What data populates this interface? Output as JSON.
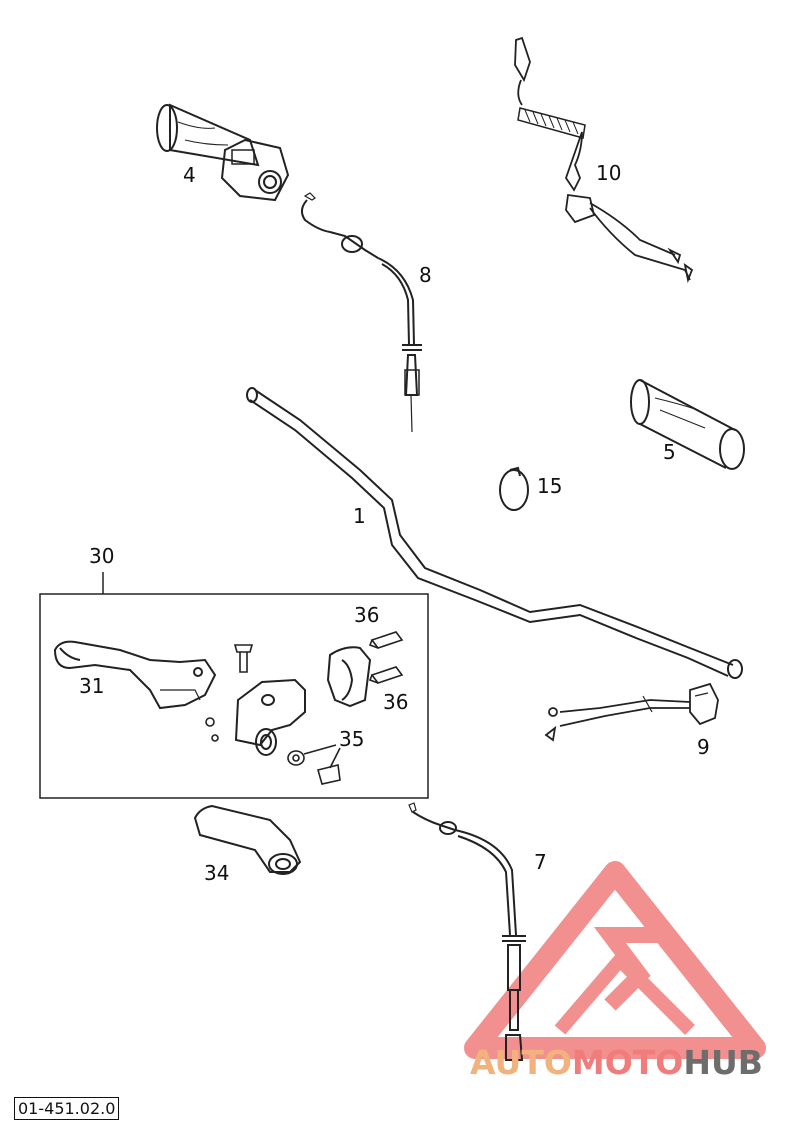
{
  "diagram": {
    "callouts": {
      "handlebar": "1",
      "throttle_grip": "4",
      "left_grip": "5",
      "clutch_cable": "7",
      "throttle_cable": "8",
      "kill_switch": "9",
      "emergency_stop_switch": "10",
      "cable_strap": "15",
      "lever_assembly": "30",
      "clutch_lever": "31",
      "lever_protector": "34",
      "adjuster_parts": "35",
      "screw_upper": "36",
      "screw_lower": "36"
    },
    "drawing_code": "01-451.02.0"
  },
  "watermark": {
    "part_a": "AUTO",
    "part_b": "MOTO",
    "part_c": "HUB",
    "colors": {
      "orange": "#f2b27d",
      "red": "#f07c7c",
      "gray": "#6d6d6d"
    }
  }
}
